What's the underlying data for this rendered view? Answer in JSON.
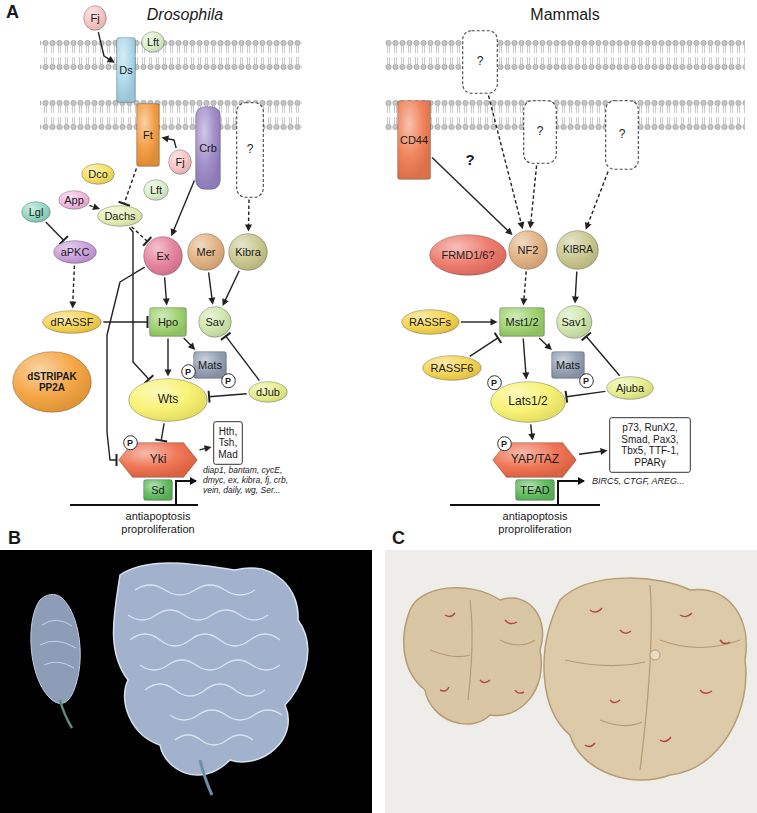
{
  "diagram": {
    "nodes": [
      {
        "text": [
          "Fj"
        ]
      },
      {
        "text": [
          "Lft"
        ]
      },
      {
        "text": [
          "Ds"
        ]
      },
      {
        "text": [
          "Ft"
        ]
      },
      {
        "text": [
          "Fj"
        ]
      },
      {
        "text": [
          "Crb"
        ]
      },
      {
        "text": [
          "?"
        ]
      },
      {
        "text": [
          "Dco"
        ]
      },
      {
        "text": [
          "Lft"
        ]
      },
      {
        "text": [
          "App"
        ]
      },
      {
        "text": [
          "Dachs"
        ]
      },
      {
        "text": [
          "Lgl"
        ]
      },
      {
        "text": [
          "aPKC"
        ]
      },
      {
        "text": [
          "Ex"
        ]
      },
      {
        "text": [
          "Mer"
        ]
      },
      {
        "text": [
          "Kibra"
        ]
      },
      {
        "text": [
          "dRASSF"
        ]
      },
      {
        "text": [
          "Hpo"
        ]
      },
      {
        "text": [
          "Sav"
        ]
      },
      {
        "text": [
          "dSTRIPAK PP2A"
        ]
      },
      {
        "text": [
          "Mats"
        ]
      },
      {
        "text": [
          "dJub"
        ]
      },
      {
        "text": [
          "Wts"
        ]
      },
      {
        "text": [
          "Yki"
        ]
      },
      {
        "text": [
          "Sd"
        ]
      },
      {
        "text": [
          "Hth, Tsh, Mad"
        ]
      },
      {
        "text": [
          "?"
        ]
      },
      {
        "text": [
          "?"
        ]
      },
      {
        "text": [
          "?"
        ]
      },
      {
        "text": [
          "CD44"
        ]
      },
      {
        "text": [
          "FRMD1/6?"
        ]
      },
      {
        "text": [
          "NF2"
        ]
      },
      {
        "text": [
          "KIBRA"
        ]
      },
      {
        "text": [
          "RASSFs"
        ]
      },
      {
        "text": [
          "Mst1/2"
        ]
      },
      {
        "text": [
          "Sav1"
        ]
      },
      {
        "text": [
          "RASSF6"
        ]
      },
      {
        "text": [
          "Mats"
        ]
      },
      {
        "text": [
          "Ajuba"
        ]
      },
      {
        "text": [
          "Lats1/2"
        ]
      },
      {
        "text": [
          "YAP/TAZ"
        ]
      },
      {
        "text": [
          "TEAD"
        ]
      },
      {
        "text": [
          "p73, RunX2, Smad, Pax3, Tbx5, TTF-1, PPARγ"
        ]
      },
      {
        "text": [
          "P"
        ]
      },
      {
        "text": [
          "P"
        ]
      },
      {
        "text": [
          "P"
        ]
      },
      {
        "text": [
          "P"
        ]
      },
      {
        "text": [
          "P"
        ]
      },
      {
        "text": [
          "P"
        ]
      }
    ],
    "edges": [
      {
        "from": 0,
        "to": 2,
        "arrow": "to"
      },
      {
        "from": 4,
        "to": 3,
        "arrow": "to"
      },
      {
        "from": 3,
        "to": 10,
        "arrow": "to"
      },
      {
        "from": 9,
        "to": 10,
        "arrow": "to"
      },
      {
        "from": 11,
        "to": 12,
        "arrow": "to"
      },
      {
        "from": 12,
        "to": 16,
        "arrow": "to"
      },
      {
        "from": 10,
        "to": 13,
        "arrow": "to"
      },
      {
        "from": 10,
        "to": 22,
        "arrow": "to"
      },
      {
        "from": 5,
        "to": 13,
        "arrow": "to"
      },
      {
        "from": 6,
        "to": 15,
        "arrow": "to"
      },
      {
        "from": 13,
        "to": 17,
        "arrow": "to"
      },
      {
        "from": 14,
        "to": 18,
        "arrow": "to"
      },
      {
        "from": 15,
        "to": 18,
        "arrow": "to"
      },
      {
        "from": 16,
        "to": 17,
        "arrow": "to"
      },
      {
        "from": 17,
        "to": 22,
        "arrow": "to"
      },
      {
        "from": 17,
        "to": 20,
        "arrow": "to"
      },
      {
        "from": 21,
        "to": 18,
        "arrow": "to"
      },
      {
        "from": 21,
        "to": 22,
        "arrow": "to"
      },
      {
        "from": 22,
        "to": 23,
        "arrow": "to"
      },
      {
        "from": 13,
        "to": 23,
        "arrow": "to"
      },
      {
        "from": 23,
        "to": 25,
        "arrow": "to"
      },
      {
        "from": 29,
        "to": 31,
        "arrow": "to"
      },
      {
        "from": 26,
        "to": 31,
        "arrow": "to"
      },
      {
        "from": 27,
        "to": 31,
        "arrow": "to"
      },
      {
        "from": 28,
        "to": 32,
        "arrow": "to"
      },
      {
        "from": 31,
        "to": 34,
        "arrow": "to"
      },
      {
        "from": 32,
        "to": 35,
        "arrow": "to"
      },
      {
        "from": 33,
        "to": 34,
        "arrow": "to"
      },
      {
        "from": 36,
        "to": 34,
        "arrow": "to"
      },
      {
        "from": 34,
        "to": 39,
        "arrow": "to"
      },
      {
        "from": 34,
        "to": 37,
        "arrow": "to"
      },
      {
        "from": 38,
        "to": 35,
        "arrow": "to"
      },
      {
        "from": 38,
        "to": 39,
        "arrow": "to"
      },
      {
        "from": 39,
        "to": 40,
        "arrow": "to"
      },
      {
        "from": 40,
        "to": 42,
        "arrow": "to"
      }
    ],
    "labels": [
      "A",
      "Drosophila",
      "Mammals",
      "?",
      "diap1, bantam, cycE, dmyc, ex, kibra, fj, crb, vein, daily, wg, Ser...",
      "antiapoptosis proproliferation",
      "BIRC5, CTGF, AREG...",
      "antiapoptosis proproliferation",
      "B",
      "C"
    ]
  }
}
